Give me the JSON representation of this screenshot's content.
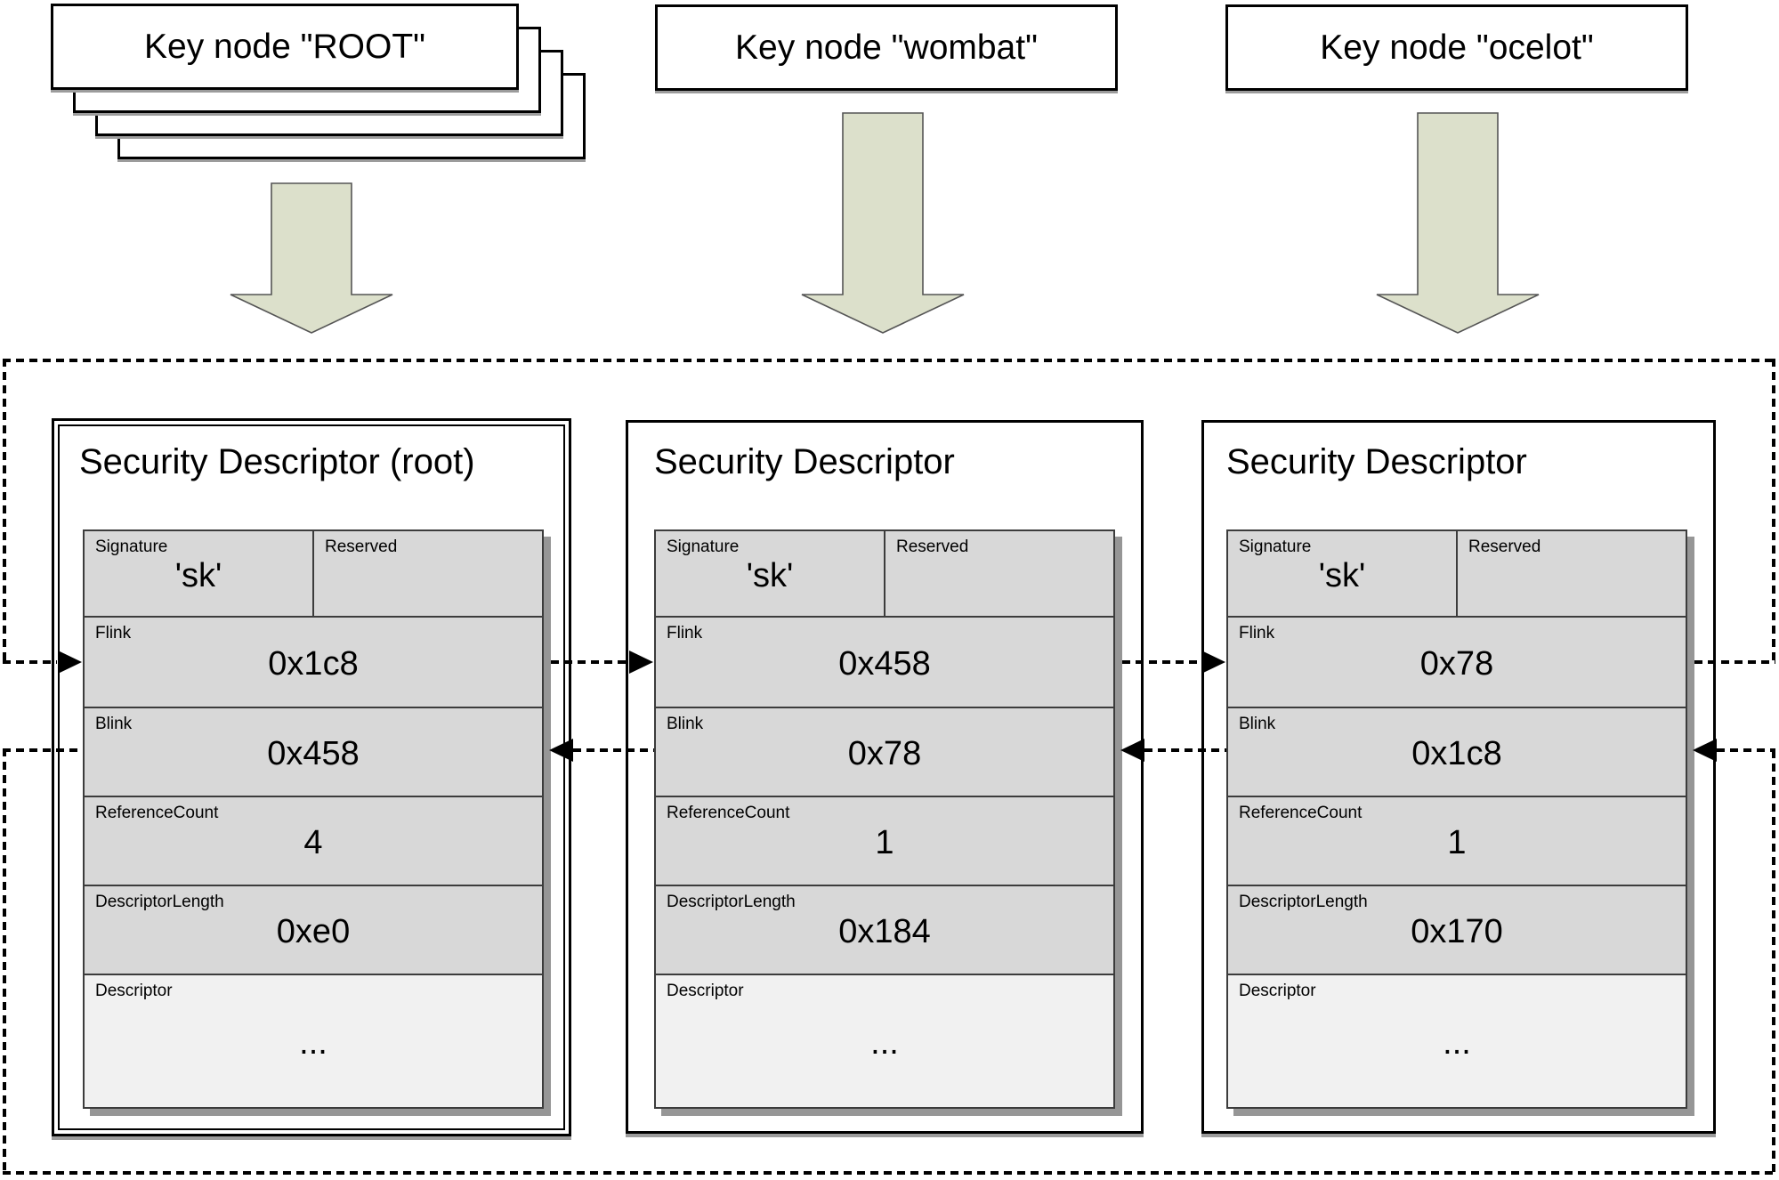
{
  "key_nodes": [
    {
      "label": "Key node \"ROOT\""
    },
    {
      "label": "Key node \"wombat\""
    },
    {
      "label": "Key node \"ocelot\""
    }
  ],
  "descriptors": [
    {
      "title": "Security Descriptor (root)",
      "fields": [
        {
          "label": "Signature",
          "value": "'sk'"
        },
        {
          "label": "Reserved",
          "value": ""
        },
        {
          "label": "Flink",
          "value": "0x1c8"
        },
        {
          "label": "Blink",
          "value": "0x458"
        },
        {
          "label": "ReferenceCount",
          "value": "4"
        },
        {
          "label": "DescriptorLength",
          "value": "0xe0"
        },
        {
          "label": "Descriptor",
          "value": "..."
        }
      ]
    },
    {
      "title": "Security Descriptor",
      "fields": [
        {
          "label": "Signature",
          "value": "'sk'"
        },
        {
          "label": "Reserved",
          "value": ""
        },
        {
          "label": "Flink",
          "value": "0x458"
        },
        {
          "label": "Blink",
          "value": "0x78"
        },
        {
          "label": "ReferenceCount",
          "value": "1"
        },
        {
          "label": "DescriptorLength",
          "value": "0x184"
        },
        {
          "label": "Descriptor",
          "value": "..."
        }
      ]
    },
    {
      "title": "Security Descriptor",
      "fields": [
        {
          "label": "Signature",
          "value": "'sk'"
        },
        {
          "label": "Reserved",
          "value": ""
        },
        {
          "label": "Flink",
          "value": "0x78"
        },
        {
          "label": "Blink",
          "value": "0x1c8"
        },
        {
          "label": "ReferenceCount",
          "value": "1"
        },
        {
          "label": "DescriptorLength",
          "value": "0x170"
        },
        {
          "label": "Descriptor",
          "value": "..."
        }
      ]
    }
  ],
  "colors": {
    "arrow_fill": "#dce0cb",
    "arrow_stroke": "#555555",
    "cell_bg": "#d8d8d8",
    "descriptor_cell_bg": "#f1f1f1",
    "table_shadow": "#969696",
    "line": "#000000"
  }
}
